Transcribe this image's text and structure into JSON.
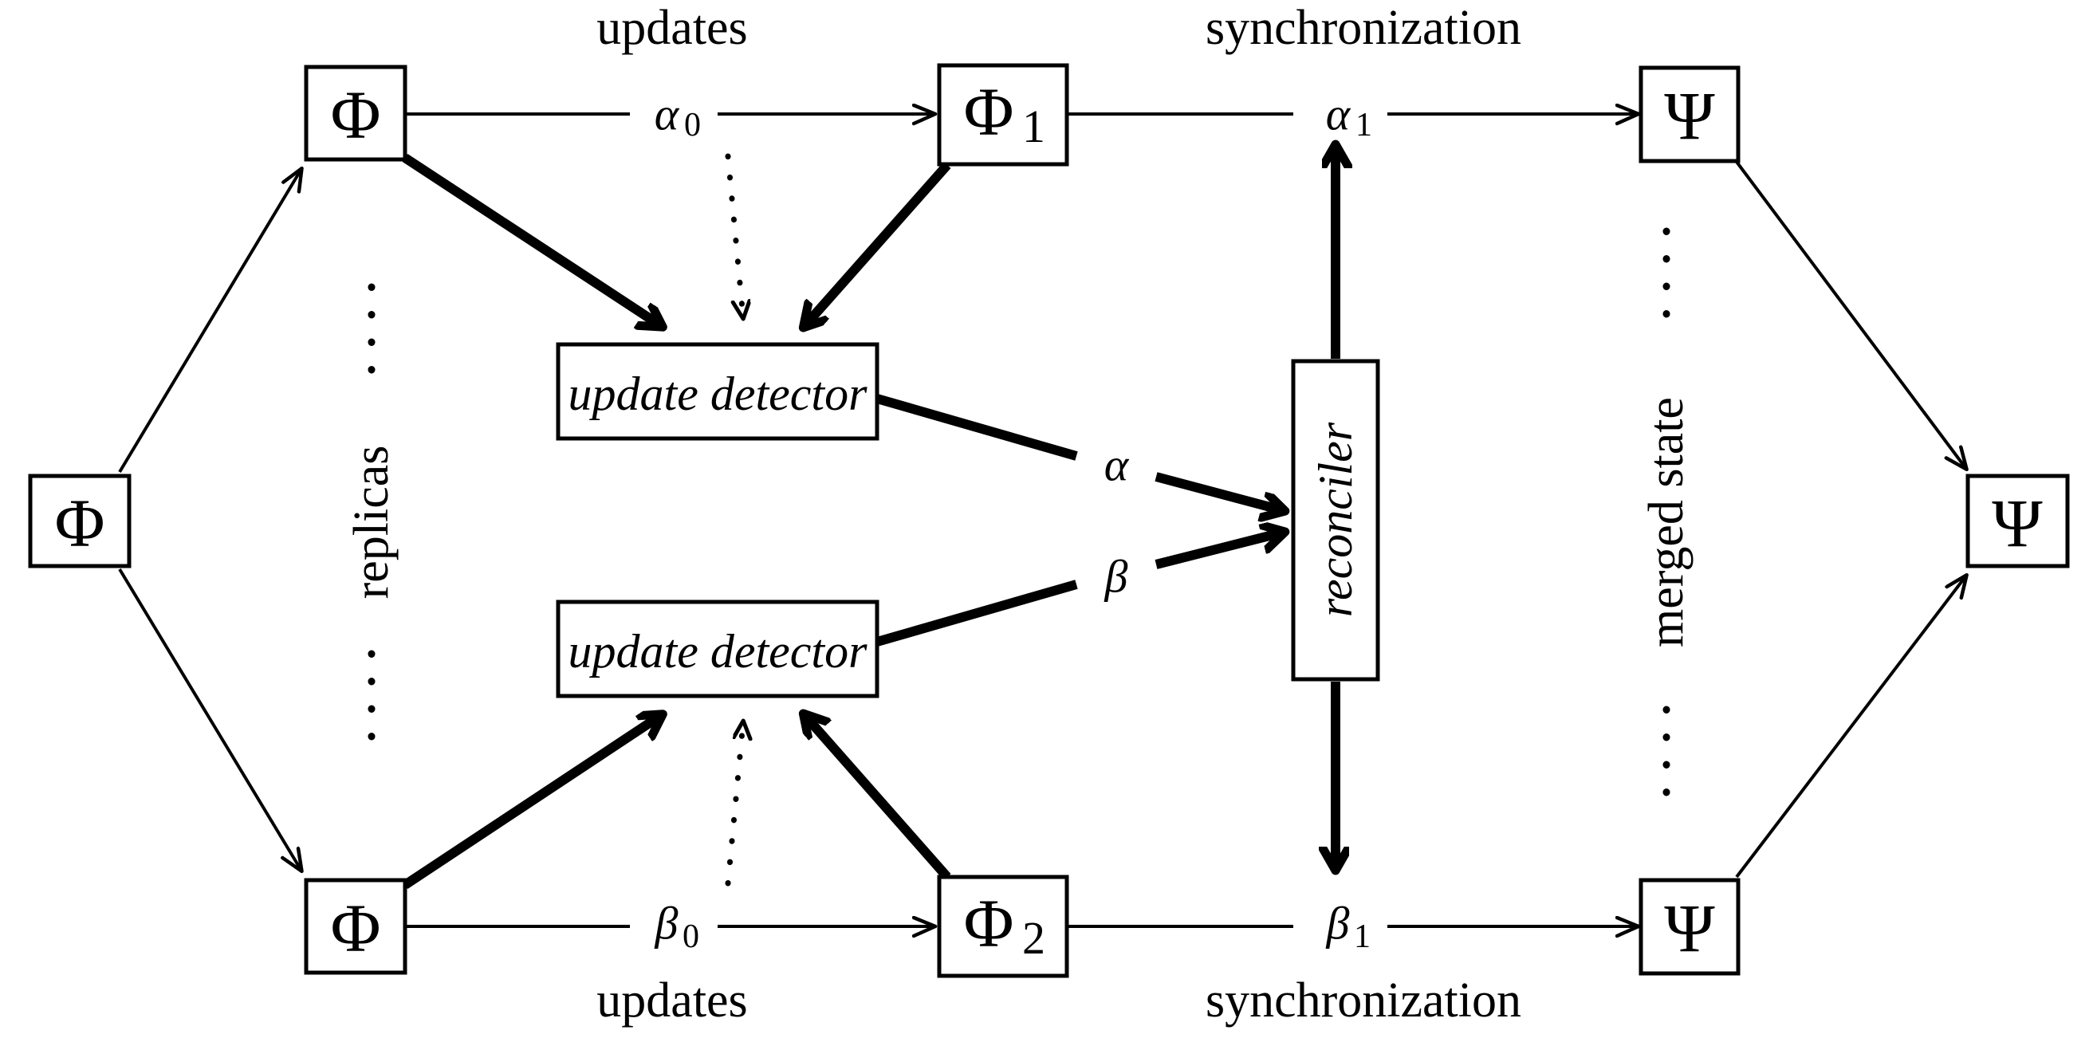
{
  "diagram": {
    "title": "replica update detection, reconciliation and synchronization flow",
    "colors": {
      "stroke": "#000000",
      "background": "#ffffff",
      "fill": "#ffffff"
    },
    "nodes": {
      "source_state": {
        "label": "Φ"
      },
      "replica_top": {
        "label": "Φ"
      },
      "replica_bottom": {
        "label": "Φ"
      },
      "updated_top": {
        "label": "Φ",
        "sub": "1"
      },
      "updated_bottom": {
        "label": "Φ",
        "sub": "2"
      },
      "merged_top": {
        "label": "Ψ"
      },
      "merged_bottom": {
        "label": "Ψ"
      },
      "merged_state": {
        "label": "Ψ"
      },
      "update_detector_top": {
        "label": "update detector"
      },
      "update_detector_bottom": {
        "label": "update detector"
      },
      "reconciler": {
        "label": "reconciler"
      }
    },
    "edge_labels": {
      "updates_top_caption": "updates",
      "updates_bottom_caption": "updates",
      "synchronization_top_caption": "synchronization",
      "synchronization_bottom_caption": "synchronization",
      "alpha_0": {
        "base": "α",
        "sub": "0"
      },
      "beta_0": {
        "base": "β",
        "sub": "0"
      },
      "alpha_1": {
        "base": "α",
        "sub": "1"
      },
      "beta_1": {
        "base": "β",
        "sub": "1"
      },
      "alpha": {
        "base": "α"
      },
      "beta": {
        "base": "β"
      }
    },
    "vertical_labels": {
      "replicas": "replicas",
      "merged_state": "merged state"
    }
  }
}
